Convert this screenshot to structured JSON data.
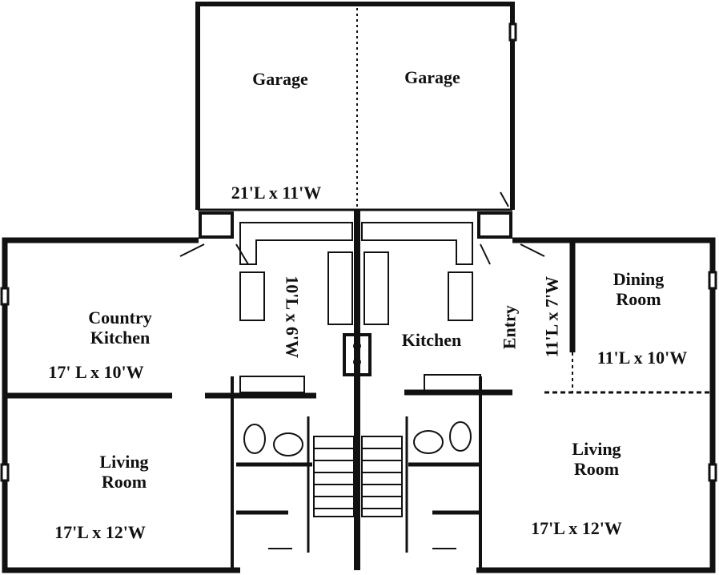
{
  "rooms": {
    "garage_left": {
      "name": "Garage",
      "dimensions": "21'L x 11'W"
    },
    "garage_right": {
      "name": "Garage"
    },
    "country_kitchen": {
      "name_line1": "Country",
      "name_line2": "Kitchen",
      "dimensions": "17' L x 10'W"
    },
    "living_left": {
      "name_line1": "Living",
      "name_line2": "Room",
      "dimensions": "17'L x 12'W"
    },
    "hall_left": {
      "dimensions": "10'L x 6'W"
    },
    "kitchen_right": {
      "name": "Kitchen"
    },
    "entry": {
      "name": "Entry",
      "dimensions": "11'L x 7'W"
    },
    "dining": {
      "name_line1": "Dining",
      "name_line2": "Room",
      "dimensions": "11'L x 10'W"
    },
    "living_right": {
      "name_line1": "Living",
      "name_line2": "Room",
      "dimensions": "17'L x 12'W"
    }
  },
  "colors": {
    "wall": "#111111",
    "background": "#ffffff",
    "fixture": "#222222"
  }
}
